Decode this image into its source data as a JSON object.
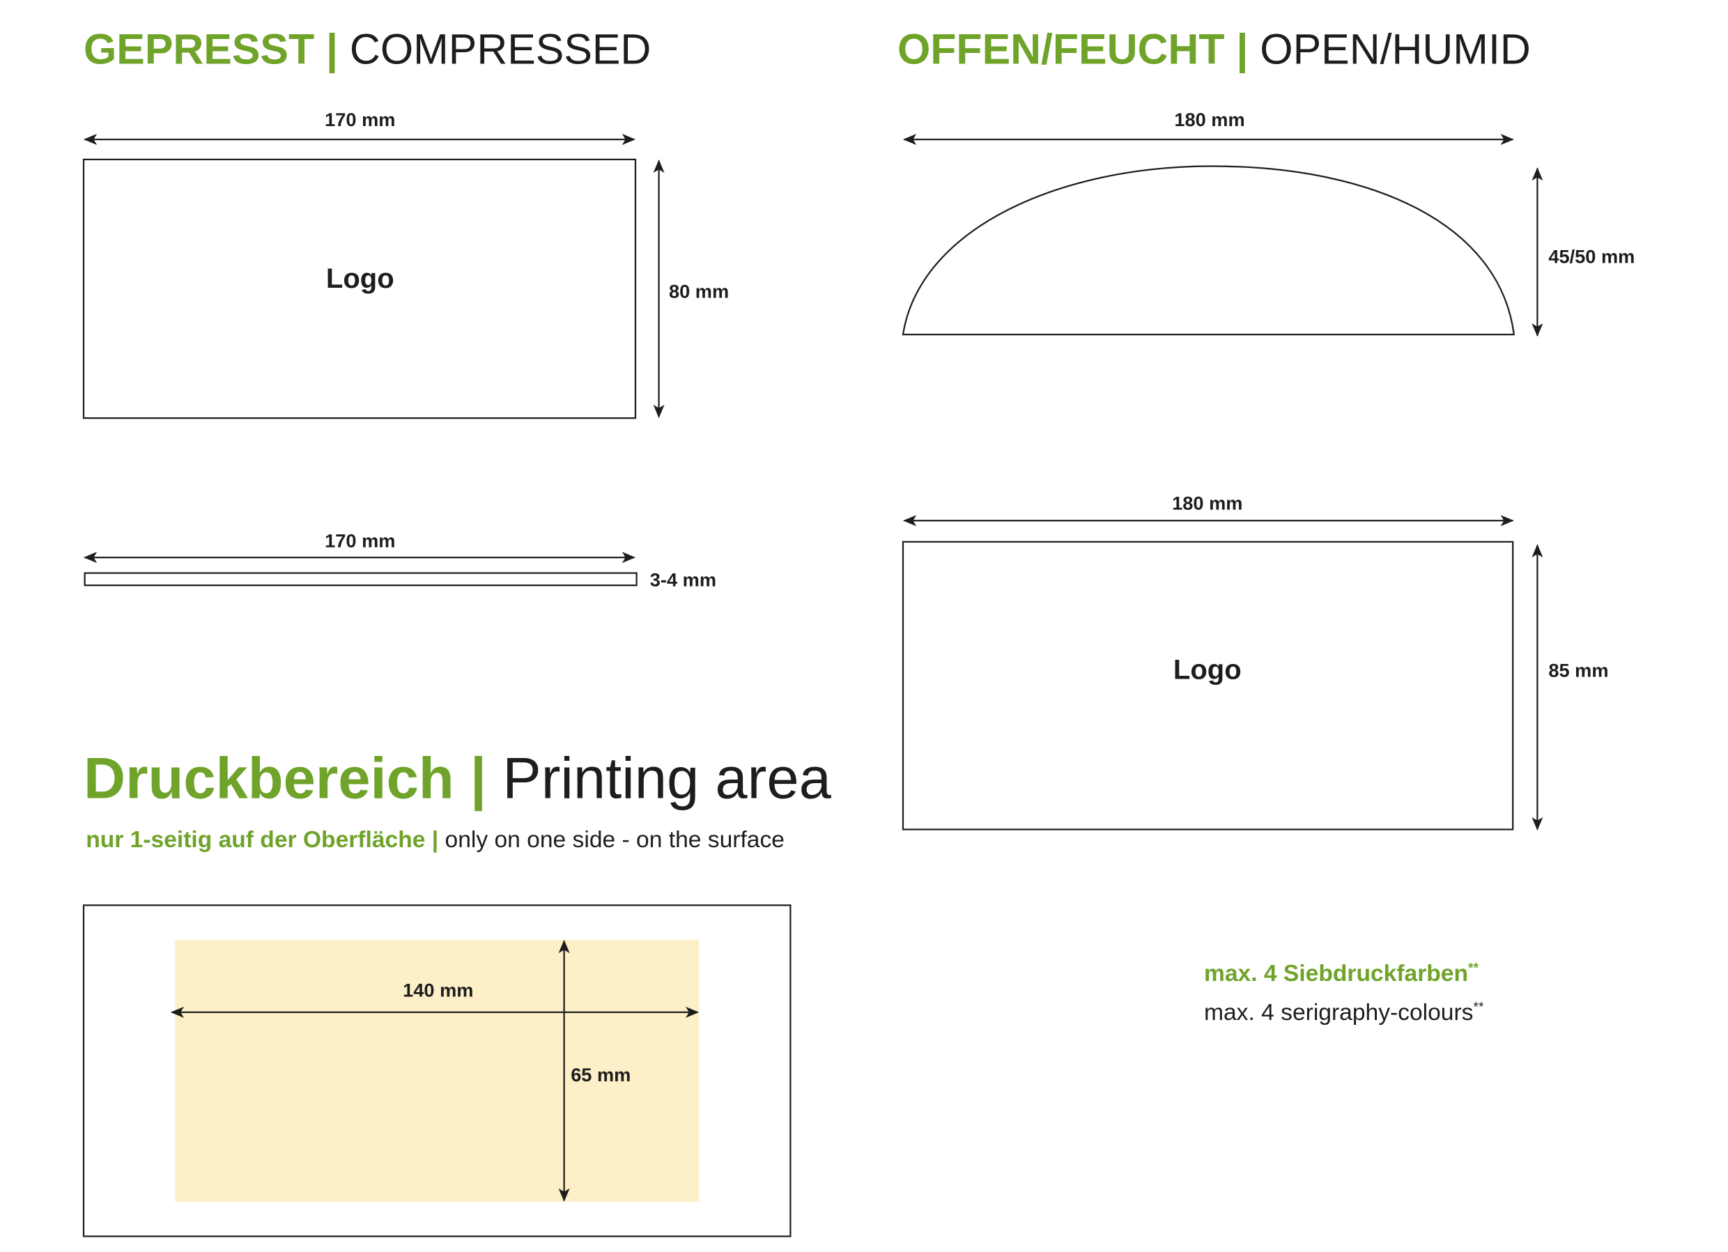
{
  "compressed": {
    "title_de": "GEPRESST",
    "separator": "|",
    "title_en": "COMPRESSED",
    "top_view": {
      "width": "170 mm",
      "height": "80 mm",
      "logo": "Logo"
    },
    "side_view": {
      "width": "170 mm",
      "thickness": "3-4 mm"
    }
  },
  "open": {
    "title_de": "OFFEN/FEUCHT",
    "separator": "|",
    "title_en": "OPEN/HUMID",
    "side_view": {
      "width": "180 mm",
      "height": "45/50 mm"
    },
    "top_view": {
      "width": "180 mm",
      "height": "85 mm",
      "logo": "Logo"
    }
  },
  "printing": {
    "title_de": "Druckbereich",
    "separator": "|",
    "title_en": "Printing area",
    "subtitle_de": "nur 1-seitig auf der Oberfläche",
    "subtitle_sep": "|",
    "subtitle_en": "only on one side - on the surface",
    "width": "140 mm",
    "height": "65 mm",
    "area_color": "#fdefc8"
  },
  "colours": {
    "de": "max. 4 Siebdruckfarben",
    "en": "max. 4 serigraphy-colours",
    "footnote": "**"
  },
  "brand_green": "#6fa32a"
}
